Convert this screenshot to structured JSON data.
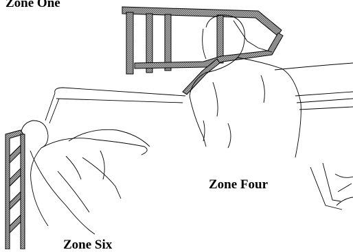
{
  "labels": {
    "zone_one": "Zone One",
    "zone_four": "Zone Four",
    "zone_six": "Zone Six"
  },
  "colors": {
    "ink": "#000000",
    "hatch": "#888888",
    "background": "#ffffff"
  }
}
